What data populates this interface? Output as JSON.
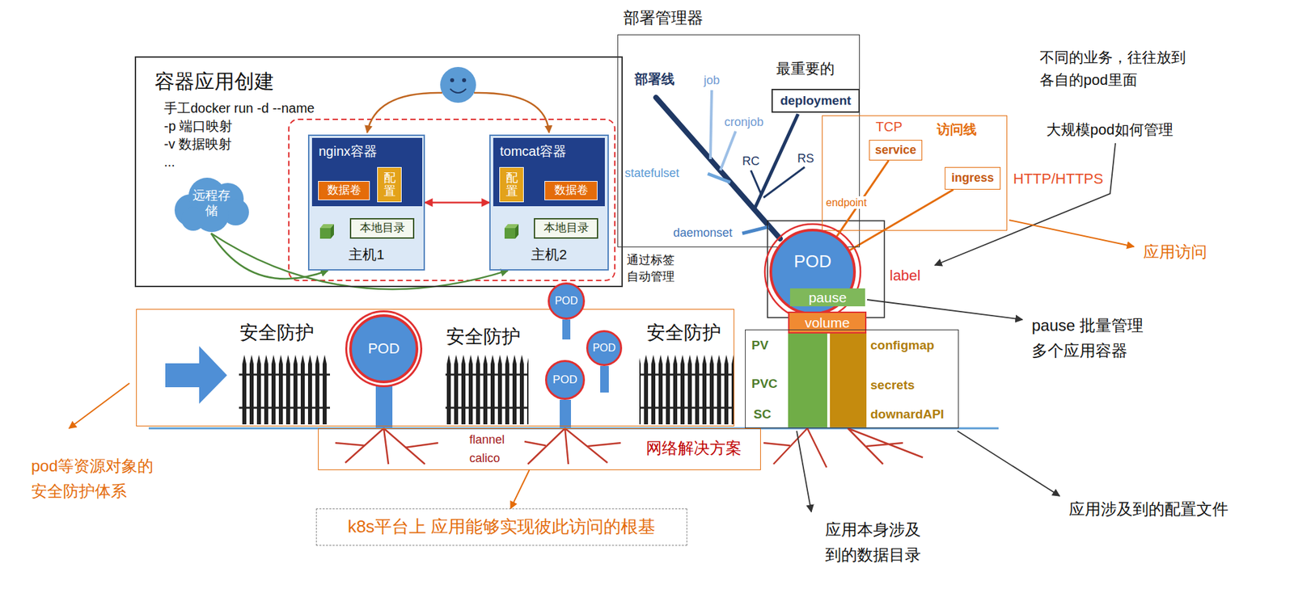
{
  "diagram": {
    "nodes": [
      {
        "text": [
          "容器应用创建",
          "手工docker run -d --name",
          "-p 端口映射",
          "-v 数据映射",
          "..."
        ]
      },
      {
        "text": [
          "主机1"
        ],
        "in": 0
      },
      {
        "text": [
          "nginx容器"
        ],
        "in": 1
      },
      {
        "text": [
          "数据卷"
        ],
        "in": 2
      },
      {
        "text": [
          "配置"
        ],
        "in": 2
      },
      {
        "text": [
          "本地目录"
        ],
        "in": 1
      },
      {
        "text": [
          "主机2"
        ],
        "in": 0
      },
      {
        "text": [
          "tomcat容器"
        ],
        "in": 6
      },
      {
        "text": [
          "配置"
        ],
        "in": 7
      },
      {
        "text": [
          "数据卷"
        ],
        "in": 7
      },
      {
        "text": [
          "本地目录"
        ],
        "in": 6
      },
      {
        "text": [
          "远程存储"
        ],
        "in": 0
      },
      {
        "text": [
          "部署管理器",
          "部署线",
          "job",
          "cronjob",
          "最重要的",
          "RC",
          "RS",
          "statefulset",
          "daemonset"
        ]
      },
      {
        "text": [
          "deployment"
        ],
        "in": 12
      },
      {
        "text": [
          "TCP",
          "访问线",
          "endpoint"
        ]
      },
      {
        "text": [
          "service"
        ],
        "in": 14
      },
      {
        "text": [
          "ingress"
        ],
        "in": 14
      },
      {
        "text": [
          "POD"
        ]
      },
      {
        "text": [
          "pause"
        ]
      },
      {
        "text": [
          "volume"
        ]
      },
      {
        "text": [
          "PV",
          "PVC",
          "SC",
          "configmap",
          "secrets",
          "downardAPI"
        ]
      },
      {
        "text": [
          "安全防护",
          "安全防护",
          "安全防护"
        ]
      },
      {
        "text": [
          "POD"
        ],
        "in": 21
      },
      {
        "text": [
          "POD"
        ],
        "in": 21
      },
      {
        "text": [
          "POD"
        ],
        "in": 21
      },
      {
        "text": [
          "POD"
        ],
        "in": 21
      },
      {
        "text": [
          "flannel",
          "calico",
          "网络解决方案"
        ]
      },
      {
        "text": [
          "k8s平台上 应用能够实现彼此访问的根基"
        ]
      }
    ],
    "edges": [
      {
        "from": 1,
        "to": 6,
        "arrow": "both"
      },
      {
        "from": 11,
        "to": 1,
        "arrow": "to"
      },
      {
        "from": 11,
        "to": 6,
        "arrow": "to"
      },
      {
        "from": 15,
        "to": 17,
        "arrow": "none"
      },
      {
        "from": 16,
        "to": 17,
        "arrow": "none"
      },
      {
        "from": 26,
        "to": 27,
        "arrow": "to"
      }
    ],
    "labels": [
      "通过标签 自动管理",
      "不同的业务，往往放到 各自的pod里面",
      "大规模pod如何管理",
      "HTTP/HTTPS",
      "应用访问",
      "label",
      "pause 批量管理 多个应用容器",
      "pod等资源对象的 安全防护体系",
      "应用本身涉及 到的数据目录",
      "应用涉及到的配置文件"
    ]
  }
}
